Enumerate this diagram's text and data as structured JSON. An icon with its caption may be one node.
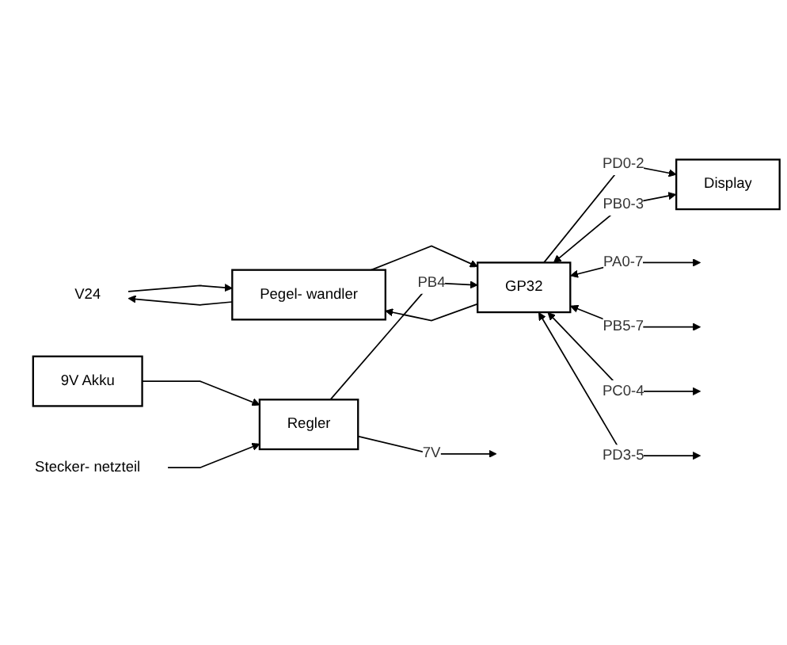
{
  "diagram": {
    "nodes": [
      {
        "text": [
          "V24"
        ]
      },
      {
        "text": [
          "Pegel- wandler"
        ]
      },
      {
        "text": [
          "GP32"
        ]
      },
      {
        "text": [
          "Display"
        ]
      },
      {
        "text": [
          "9V Akku"
        ]
      },
      {
        "text": [
          "Stecker- netzteil"
        ]
      },
      {
        "text": [
          "Regler"
        ]
      }
    ],
    "edges": [
      {
        "from": 0,
        "to": 1,
        "arrow": "to"
      },
      {
        "from": 1,
        "to": 0,
        "arrow": "to"
      },
      {
        "from": 1,
        "to": 2,
        "arrow": "to"
      },
      {
        "from": 2,
        "to": 1,
        "arrow": "to"
      },
      {
        "from": 3,
        "to": 2,
        "label": "PB0-3",
        "arrow": "both"
      },
      {
        "from": 2,
        "to": 3,
        "label": "PD0-2",
        "arrow": "to"
      },
      {
        "from": 2,
        "to": null,
        "label": "PA0-7",
        "arrow": "both"
      },
      {
        "from": 2,
        "to": null,
        "label": "PB5-7",
        "arrow": "both"
      },
      {
        "from": 2,
        "to": null,
        "label": "PC0-4",
        "arrow": "both"
      },
      {
        "from": 2,
        "to": null,
        "label": "PD3-5",
        "arrow": "both"
      },
      {
        "from": 4,
        "to": 6,
        "arrow": "to"
      },
      {
        "from": 5,
        "to": 6,
        "arrow": "to"
      },
      {
        "from": 6,
        "to": 2,
        "label": "PB4",
        "arrow": "to"
      },
      {
        "from": 6,
        "to": null,
        "label": "7V",
        "arrow": "to"
      }
    ]
  }
}
